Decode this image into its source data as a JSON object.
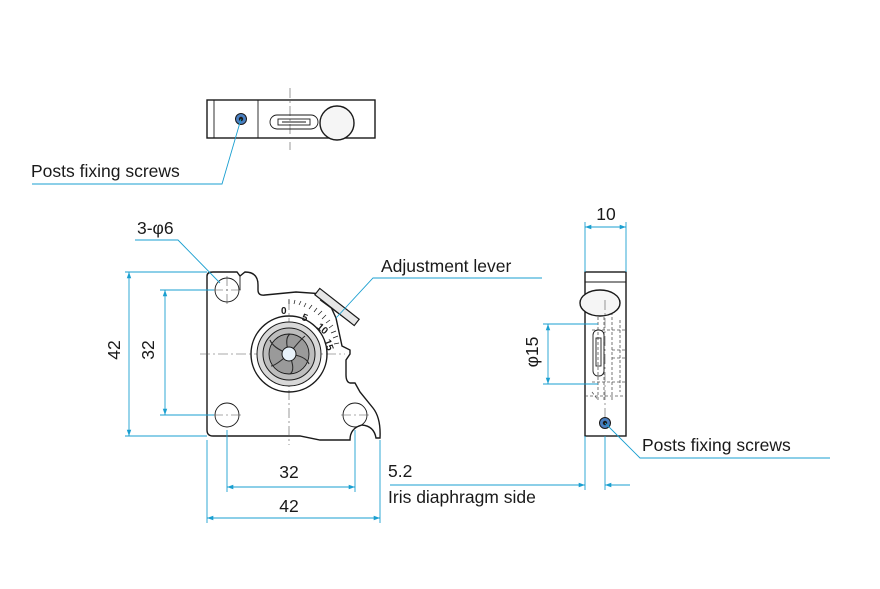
{
  "colors": {
    "dimension": "#1a9fd0",
    "outline": "#1a1a1a",
    "background": "#ffffff"
  },
  "labels": {
    "posts_fixing_screws_top": "Posts fixing screws",
    "posts_fixing_screws_side": "Posts fixing screws",
    "adjustment_lever": "Adjustment lever",
    "iris_diaphragm_side": "Iris diaphragm side",
    "hole_callout": "3-φ6"
  },
  "dimensions": {
    "height_outer": "42",
    "height_inner": "32",
    "width_inner": "32",
    "width_outer": "42",
    "depth": "10",
    "aperture": "φ15",
    "offset": "5.2"
  },
  "scale": {
    "marks": [
      "0",
      "5",
      "10",
      "15"
    ]
  }
}
